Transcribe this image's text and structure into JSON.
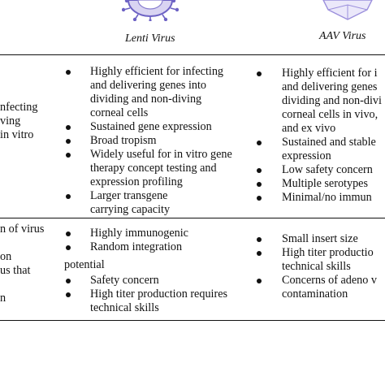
{
  "header": {
    "col_lenti": "Lenti Virus",
    "col_aav": "AAV Virus"
  },
  "icons": {
    "lenti": "lentivirus-particle-icon",
    "aav": "aav-capsid-icon"
  },
  "colors": {
    "lenti_particle": "#6d62c4",
    "aav_capsid": "#9b8fdc",
    "rule": "#111111"
  },
  "left_col": {
    "adv_lines": [
      "nfecting",
      "ving",
      "in vitro"
    ],
    "dis_lines": [
      "n of virus",
      "on",
      "us that",
      "n"
    ]
  },
  "lenti": {
    "advantages": [
      [
        "Highly efficient for infecting",
        "and delivering genes into",
        "dividing and non-diving",
        "corneal cells"
      ],
      [
        "Sustained gene expression"
      ],
      [
        "Broad tropism"
      ],
      [
        "Widely useful for in vitro gene",
        "therapy concept testing and",
        "expression profiling"
      ],
      [
        "Larger transgene",
        "carrying capacity"
      ]
    ],
    "disadvantages_top": [
      [
        "Highly immunogenic"
      ],
      [
        "Random integration"
      ]
    ],
    "potential_label": "potential",
    "disadvantages_bottom": [
      [
        "Safety concern"
      ],
      [
        "High titer production requires",
        "technical skills"
      ]
    ]
  },
  "aav": {
    "advantages": [
      [
        "Highly efficient for i",
        "and delivering genes",
        "dividing and non-divi",
        "corneal cells in vivo,",
        "and ex vivo"
      ],
      [
        "Sustained and stable",
        "expression"
      ],
      [
        "Low safety concern"
      ],
      [
        "Multiple serotypes"
      ],
      [
        "Minimal/no immun"
      ]
    ],
    "disadvantages": [
      [
        "Small insert size"
      ],
      [
        "High titer productio",
        "technical skills"
      ],
      [
        "Concerns of adeno v",
        "contamination"
      ]
    ]
  }
}
